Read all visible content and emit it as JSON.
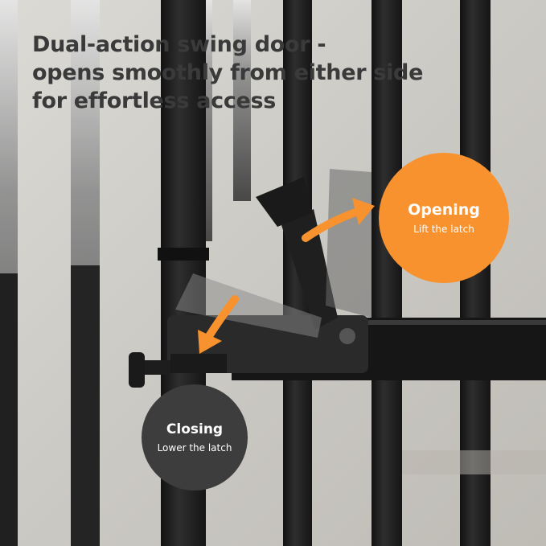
{
  "headline": {
    "line1": "Dual-action swing door -",
    "line2": "opens smoothly from either side",
    "line3": "for effortless access"
  },
  "opening": {
    "title": "Opening",
    "subtitle": "Lift the latch"
  },
  "closing": {
    "title": "Closing",
    "subtitle": "Lower the latch"
  },
  "colors": {
    "accent": "#f7922f",
    "dark_badge": "#3d3d3d",
    "headline": "#3a3a3a",
    "metal": "#1c1c1c"
  },
  "icons": [
    "arrow-up-right-icon",
    "arrow-down-left-icon"
  ]
}
